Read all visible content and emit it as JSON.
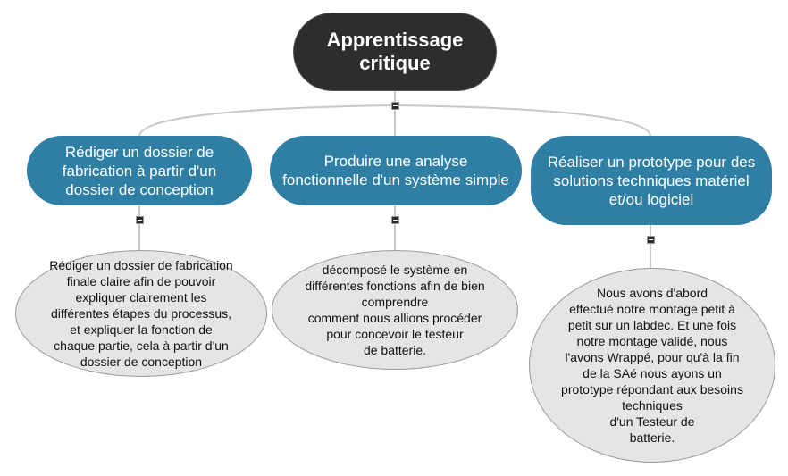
{
  "root": {
    "text": "Apprentissage\ncritique"
  },
  "branches": [
    {
      "title": "Rédiger un dossier de fabrication à partir d'un dossier de conception",
      "detail": "Rédiger un dossier de fabrication\nfinale claire afin de pouvoir\nexpliquer clairement les\ndifférentes étapes du processus,\net expliquer la fonction de\nchaque partie, cela à partir d'un\ndossier de conception"
    },
    {
      "title": "Produire une analyse fonctionnelle d'un système simple",
      "detail": "décomposé le système en\ndifférentes fonctions afin de bien\ncomprendre\ncomment nous allions procéder\npour concevoir le testeur\nde batterie."
    },
    {
      "title": "Réaliser un prototype pour des solutions techniques matériel et/ou logiciel",
      "detail": "Nous avons d'abord\neffectué notre montage petit à\npetit sur un labdec. Et une fois\nnotre montage validé, nous\nl'avons Wrappé, pour qu'à la fin\nde la SAé nous ayons un\nprototype répondant aux besoins\ntechniques\nd'un Testeur de\nbatterie."
    }
  ],
  "colors": {
    "root_fill": "#2d2d2d",
    "branch_fill": "#2f7ea4",
    "leaf_fill": "#e5e5e5",
    "connector": "#c8c8c8"
  }
}
